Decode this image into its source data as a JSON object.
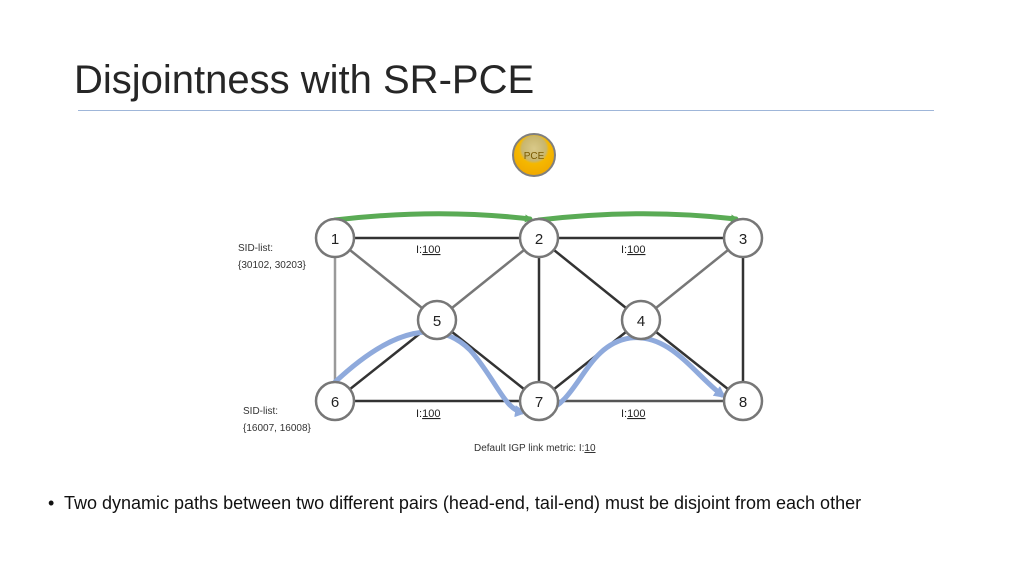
{
  "slide": {
    "title": "Disjointness with SR-PCE",
    "bullet": "Two dynamic paths between two different pairs (head-end, tail-end) must be disjoint from each other"
  },
  "diagram": {
    "pce_label": "PCE",
    "nodes": [
      {
        "id": "1",
        "label": "1"
      },
      {
        "id": "2",
        "label": "2"
      },
      {
        "id": "3",
        "label": "3"
      },
      {
        "id": "4",
        "label": "4"
      },
      {
        "id": "5",
        "label": "5"
      },
      {
        "id": "6",
        "label": "6"
      },
      {
        "id": "7",
        "label": "7"
      },
      {
        "id": "8",
        "label": "8"
      }
    ],
    "metric_prefix": "I:",
    "metric_values": {
      "l12": "100",
      "l23": "100",
      "l67": "100",
      "l78": "100"
    },
    "sid_top": {
      "line1": "SID-list:",
      "line2": "{30102, 30203}"
    },
    "sid_bottom": {
      "line1": "SID-list:",
      "line2": "{16007, 16008}"
    },
    "default_metric": {
      "prefix": "Default IGP link metric: I:",
      "value": "10"
    },
    "colors": {
      "green_path": "#5aab55",
      "blue_path": "#8faadc",
      "pce_fill": "#f5b800",
      "title_rule": "#9fb6d9"
    }
  }
}
